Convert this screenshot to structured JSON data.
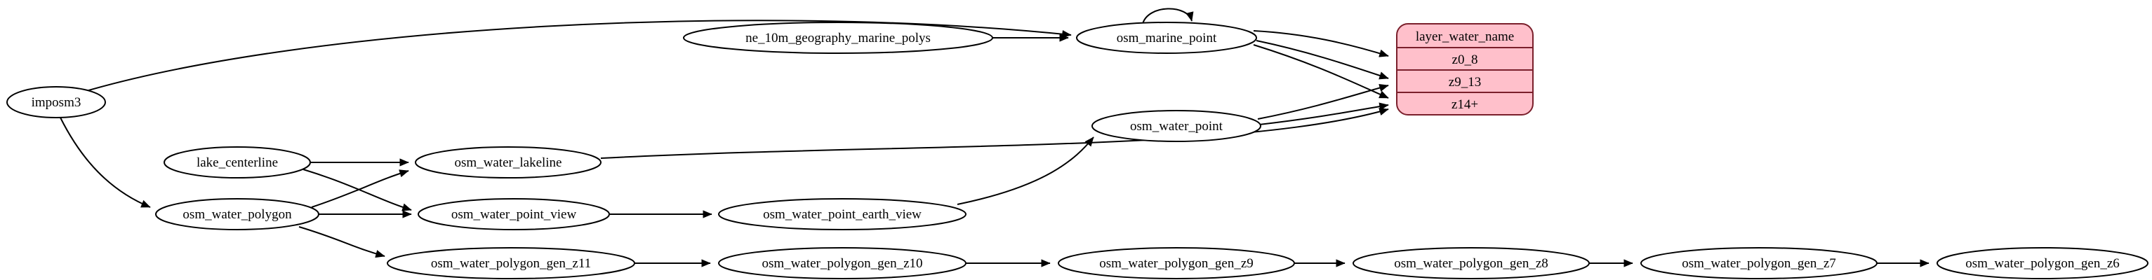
{
  "diagram_type": "graphviz-etl-graph",
  "colors": {
    "background": "#ffffff",
    "node_fill": "#ffffff",
    "node_stroke": "#000000",
    "record_fill": "#ffc0cb",
    "record_stroke": "#7a1f2b",
    "edge_color": "#000000"
  },
  "nodes": {
    "imposm3": {
      "label": "imposm3"
    },
    "ne_10m_geography_marine_polys": {
      "label": "ne_10m_geography_marine_polys"
    },
    "osm_marine_point": {
      "label": "osm_marine_point"
    },
    "osm_water_point": {
      "label": "osm_water_point"
    },
    "lake_centerline": {
      "label": "lake_centerline"
    },
    "osm_water_lakeline": {
      "label": "osm_water_lakeline"
    },
    "osm_water_polygon": {
      "label": "osm_water_polygon"
    },
    "osm_water_point_view": {
      "label": "osm_water_point_view"
    },
    "osm_water_point_earth_view": {
      "label": "osm_water_point_earth_view"
    },
    "osm_water_polygon_gen_z11": {
      "label": "osm_water_polygon_gen_z11"
    },
    "osm_water_polygon_gen_z10": {
      "label": "osm_water_polygon_gen_z10"
    },
    "osm_water_polygon_gen_z9": {
      "label": "osm_water_polygon_gen_z9"
    },
    "osm_water_polygon_gen_z8": {
      "label": "osm_water_polygon_gen_z8"
    },
    "osm_water_polygon_gen_z7": {
      "label": "osm_water_polygon_gen_z7"
    },
    "osm_water_polygon_gen_z6": {
      "label": "osm_water_polygon_gen_z6"
    }
  },
  "record": {
    "title": "layer_water_name",
    "rows": [
      "z0_8",
      "z9_13",
      "z14+"
    ]
  },
  "edges": [
    {
      "from": "imposm3",
      "to": "osm_marine_point"
    },
    {
      "from": "imposm3",
      "to": "osm_water_polygon"
    },
    {
      "from": "ne_10m_geography_marine_polys",
      "to": "osm_marine_point"
    },
    {
      "from": "osm_marine_point",
      "to": "osm_marine_point"
    },
    {
      "from": "osm_marine_point",
      "to": "layer_water_name.z0_8"
    },
    {
      "from": "osm_marine_point",
      "to": "layer_water_name.z9_13"
    },
    {
      "from": "osm_marine_point",
      "to": "layer_water_name.z14+"
    },
    {
      "from": "osm_water_point",
      "to": "layer_water_name.z9_13"
    },
    {
      "from": "osm_water_point",
      "to": "layer_water_name.z14+"
    },
    {
      "from": "osm_water_lakeline",
      "to": "layer_water_name.z14+"
    },
    {
      "from": "lake_centerline",
      "to": "osm_water_lakeline"
    },
    {
      "from": "lake_centerline",
      "to": "osm_water_point_view"
    },
    {
      "from": "osm_water_polygon",
      "to": "osm_water_lakeline"
    },
    {
      "from": "osm_water_polygon",
      "to": "osm_water_point_view"
    },
    {
      "from": "osm_water_point_view",
      "to": "osm_water_point_earth_view"
    },
    {
      "from": "osm_water_point_earth_view",
      "to": "osm_water_point"
    },
    {
      "from": "osm_water_polygon",
      "to": "osm_water_polygon_gen_z11"
    },
    {
      "from": "osm_water_polygon_gen_z11",
      "to": "osm_water_polygon_gen_z10"
    },
    {
      "from": "osm_water_polygon_gen_z10",
      "to": "osm_water_polygon_gen_z9"
    },
    {
      "from": "osm_water_polygon_gen_z9",
      "to": "osm_water_polygon_gen_z8"
    },
    {
      "from": "osm_water_polygon_gen_z8",
      "to": "osm_water_polygon_gen_z7"
    },
    {
      "from": "osm_water_polygon_gen_z7",
      "to": "osm_water_polygon_gen_z6"
    }
  ]
}
